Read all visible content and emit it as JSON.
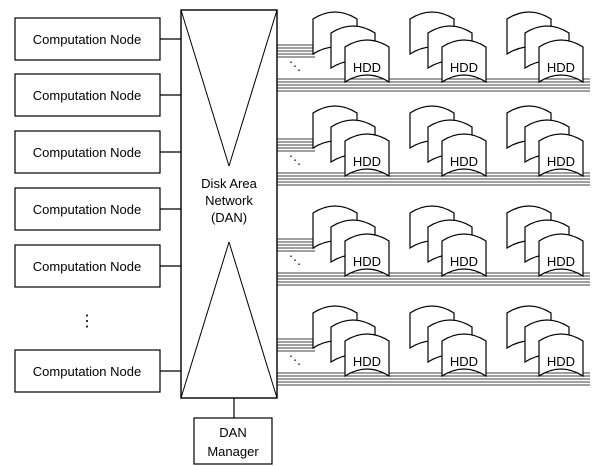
{
  "nodes": {
    "label": "Computation Node",
    "ellipsis": "⋮"
  },
  "dan": {
    "line1": "Disk Area",
    "line2": "Network",
    "line3": "(DAN)"
  },
  "manager": {
    "line1": "DAN",
    "line2": "Manager"
  },
  "disks": {
    "label": "HDD",
    "stack_ellipsis": "⋮",
    "link_ellipsis": "⋱"
  }
}
